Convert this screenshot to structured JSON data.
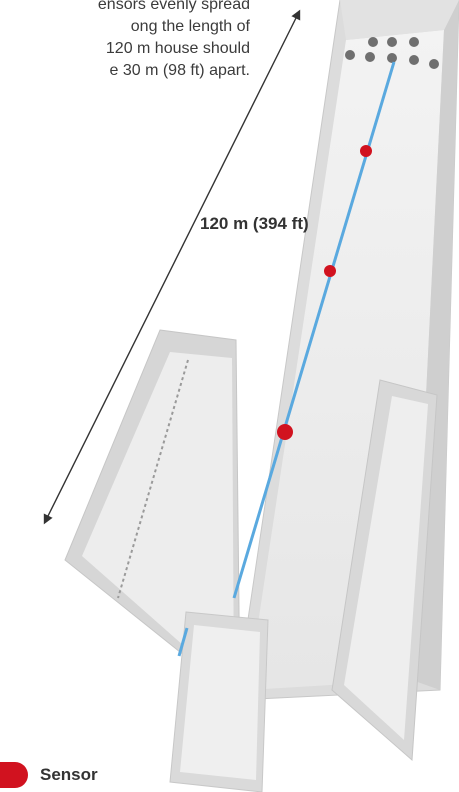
{
  "caption": {
    "lines": [
      "ensors evenly spread",
      "ong the length of",
      "120 m house should",
      "e 30 m (98 ft) apart."
    ]
  },
  "dimension": {
    "label": "120 m (394 ft)"
  },
  "legend": {
    "label": "Sensor"
  },
  "colors": {
    "sensor": "#d1121f",
    "pipe": "#5aa9df",
    "wall": "#e6e6e6",
    "floor": "#f4f4f4",
    "arrow": "#333333"
  }
}
